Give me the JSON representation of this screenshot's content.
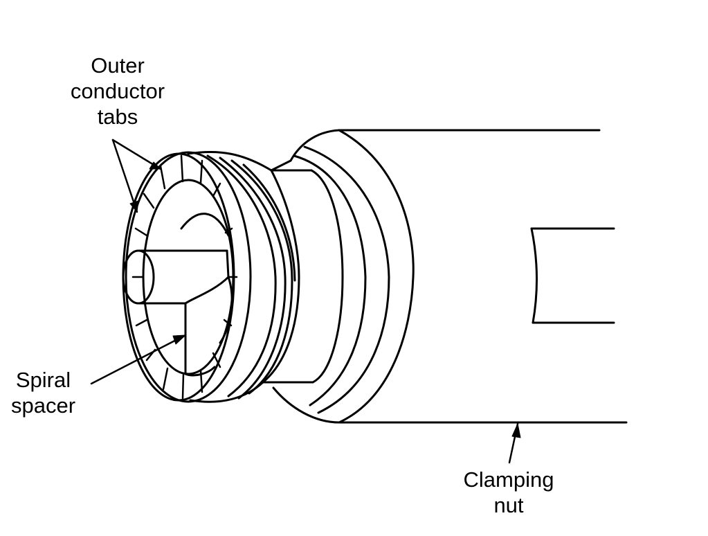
{
  "labels": {
    "outer_conductor_tabs": [
      "Outer",
      "conductor",
      "tabs"
    ],
    "spiral_spacer": [
      "Spiral",
      "spacer"
    ],
    "clamping_nut": [
      "Clamping",
      "nut"
    ]
  },
  "colors": {
    "ink": "#000000",
    "background": "#ffffff"
  }
}
